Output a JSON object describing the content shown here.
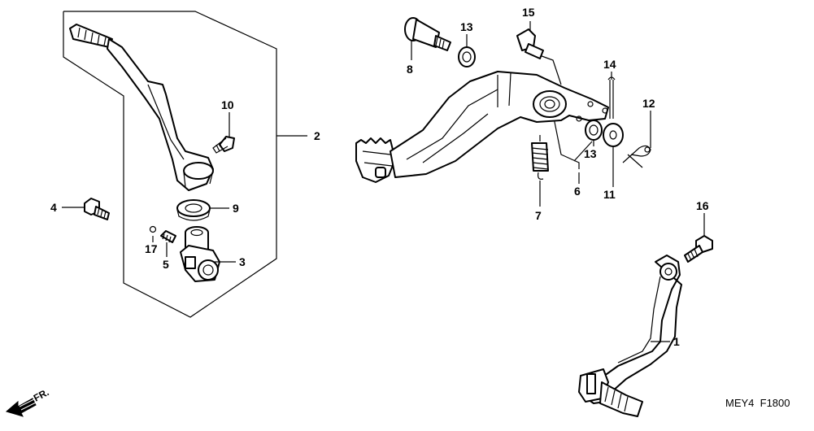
{
  "diagram": {
    "callouts": [
      {
        "id": "c1",
        "label": "1"
      },
      {
        "id": "c2",
        "label": "2"
      },
      {
        "id": "c3",
        "label": "3"
      },
      {
        "id": "c4",
        "label": "4"
      },
      {
        "id": "c5",
        "label": "5"
      },
      {
        "id": "c6",
        "label": "6"
      },
      {
        "id": "c7",
        "label": "7"
      },
      {
        "id": "c8",
        "label": "8"
      },
      {
        "id": "c9",
        "label": "9"
      },
      {
        "id": "c10",
        "label": "10"
      },
      {
        "id": "c11",
        "label": "11"
      },
      {
        "id": "c12",
        "label": "12"
      },
      {
        "id": "c13a",
        "label": "13"
      },
      {
        "id": "c13b",
        "label": "13"
      },
      {
        "id": "c14",
        "label": "14"
      },
      {
        "id": "c15",
        "label": "15"
      },
      {
        "id": "c16",
        "label": "16"
      },
      {
        "id": "c17",
        "label": "17"
      }
    ],
    "direction_label": "FR.",
    "diagram_code": "MEY4  F1800"
  }
}
